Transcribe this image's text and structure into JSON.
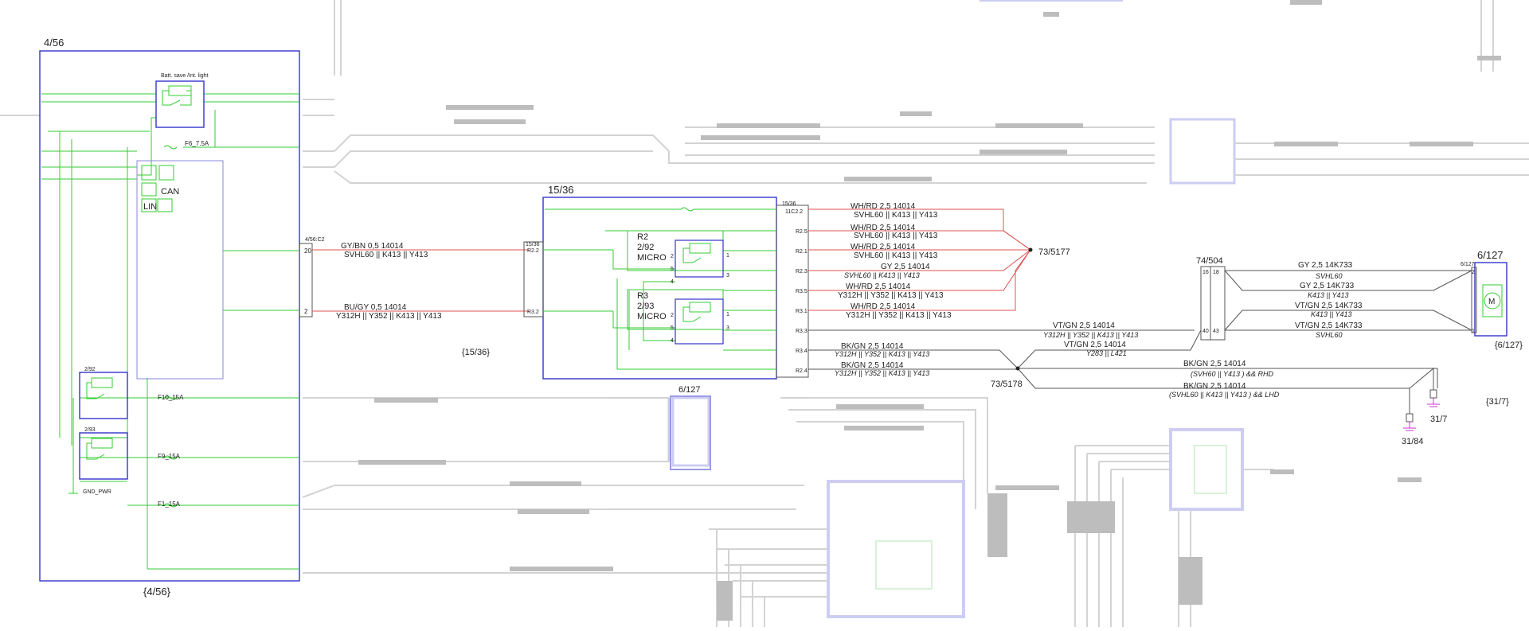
{
  "modules": {
    "main": {
      "label": "4/56",
      "ref": "{4/56}"
    },
    "relay_box": {
      "label": "15/36",
      "ref": "{15/36}"
    },
    "motor_top": {
      "label": "6/127",
      "ref": "{6/127}"
    },
    "motor_mid": {
      "label": "6/127"
    },
    "r2": {
      "name": "R2",
      "part": "2/92",
      "type": "MICRO"
    },
    "r3": {
      "name": "R3",
      "part": "2/93",
      "type": "MICRO"
    }
  },
  "main_box": {
    "batt_save": "Batt. save /Int. light",
    "can": "CAN",
    "lin": "LIN",
    "relay_a": "2/92",
    "relay_b": "2/93",
    "gnd": "GND_PWR",
    "fuses": [
      "F6_7.5A",
      "F10_15A",
      "F9_15A",
      "F1_15A"
    ],
    "pin_c2": "4/56:C2",
    "pin_20": "20",
    "pin_2": "2"
  },
  "left_wires": [
    {
      "spec": "GY/BN    0,5    14014",
      "codes": "SVHL60 || K413 || Y413"
    },
    {
      "spec": "BU/GY    0,5    14014",
      "codes": "Y312H || Y352 || K413 || Y413"
    }
  ],
  "box_pins": {
    "in_hdr": "15/36",
    "in": [
      "R2.2",
      "R3.2"
    ],
    "out_hdr": "15/36",
    "out": [
      "11C2.2",
      "R2.5",
      "R2.1",
      "R2.3",
      "R3.5",
      "R3.1",
      "R3.3",
      "R3.4",
      "R2.4"
    ],
    "relay_pins": [
      "2",
      "5",
      "4",
      "1",
      "3"
    ]
  },
  "right_wires": [
    {
      "spec": "WH/RD    2,5    14014",
      "codes": "SVHL60 || K413 || Y413"
    },
    {
      "spec": "WH/RD    2,5    14014",
      "codes": "SVHL60 || K413 || Y413"
    },
    {
      "spec": "WH/RD    2,5    14014",
      "codes": "SVHL60 || K413 || Y413"
    },
    {
      "spec": "GY    2,5    14014",
      "codes": "SVHL60 || K413 || Y413"
    },
    {
      "spec": "WH/RD    2,5    14014",
      "codes": "Y312H || Y352 || K413 || Y413"
    },
    {
      "spec": "WH/RD    2,5    14014",
      "codes": "Y312H || Y352 || K413 || Y413"
    },
    {
      "spec": "BK/GN    2,5    14014",
      "codes": "Y312H || Y352 || K413 || Y413"
    },
    {
      "spec": "BK/GN    2,5    14014",
      "codes": "Y312H || Y352 || K413 || Y413"
    }
  ],
  "splices": {
    "upper": "73/5177",
    "lower": "73/5178"
  },
  "connector": {
    "label": "74/504",
    "pins": [
      "16",
      "18",
      "40",
      "43"
    ],
    "motor_pin_hdr": "6/127",
    "motor_pins": [
      "2",
      "1"
    ]
  },
  "mid_wires": [
    {
      "spec": "VT/GN    2,5    14014",
      "codes": "Y312H || Y352 || K413 || Y413"
    },
    {
      "spec": "VT/GN    2,5    14014",
      "codes": "Y283 || L421"
    }
  ],
  "motor_wires": [
    {
      "spec": "GY    2,5    14K733",
      "codes": "SVHL60"
    },
    {
      "spec": "GY    2,5    14K733",
      "codes": "K413 || Y413"
    },
    {
      "spec": "VT/GN    2,5    14K733",
      "codes": "K413 || Y413"
    },
    {
      "spec": "VT/GN    2,5    14K733",
      "codes": "SVHL60"
    }
  ],
  "ground_wires": [
    {
      "spec": "BK/GN    2,5    14014",
      "codes": "(SVH60 || Y413 ) && RHD"
    },
    {
      "spec": "BK/GN    2,5    14014",
      "codes": "(SVHL60 || K413 || Y413 ) && LHD"
    }
  ],
  "grounds": {
    "g1": "31/84",
    "g2": "31/7",
    "ref": "{31/7}"
  },
  "motor_symbol": "M"
}
